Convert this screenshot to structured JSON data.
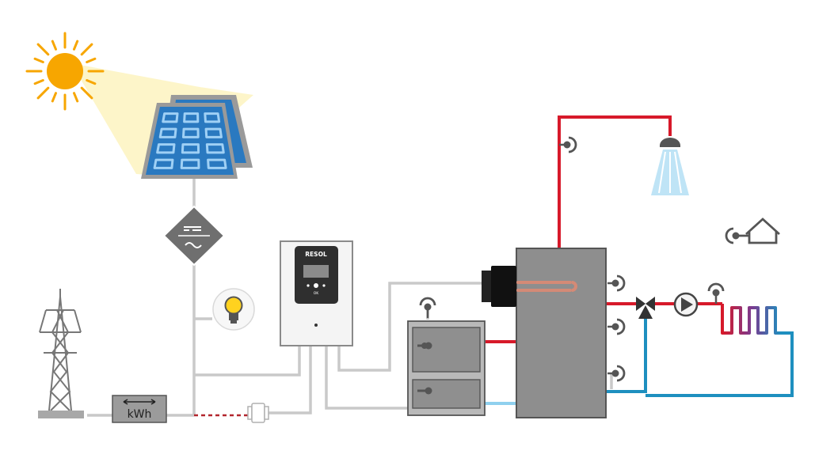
{
  "diagram": {
    "brand_logo": "RESOL",
    "meter_label": "kWh",
    "controller_button_label": "OK",
    "colors": {
      "hot_pipe": "#d7192a",
      "cold_pipe": "#1e8fbf",
      "feed_light_blue": "#8fd0ee",
      "grey_line": "#c8c8c8",
      "dark_grey": "#555555",
      "sun": "#f7a600",
      "sun_glow": "#fdf3c0",
      "panel_blue": "#2a79c0",
      "tank_grey": "#8e8e8e",
      "boiler_grey": "#b9b9b9",
      "bulb_yellow": "#ffd21f"
    },
    "icons": [
      "sun-icon",
      "pv-panel-icon",
      "inverter-icon",
      "light-bulb-icon",
      "transmission-tower-icon",
      "energy-meter-icon",
      "current-sensor-icon",
      "controller-icon",
      "boiler-icon",
      "storage-tank-icon",
      "immersion-heater-icon",
      "temperature-sensor-icon",
      "shower-head-icon",
      "house-sensor-icon",
      "mixing-valve-icon",
      "pump-icon",
      "heating-circuit-icon"
    ]
  }
}
